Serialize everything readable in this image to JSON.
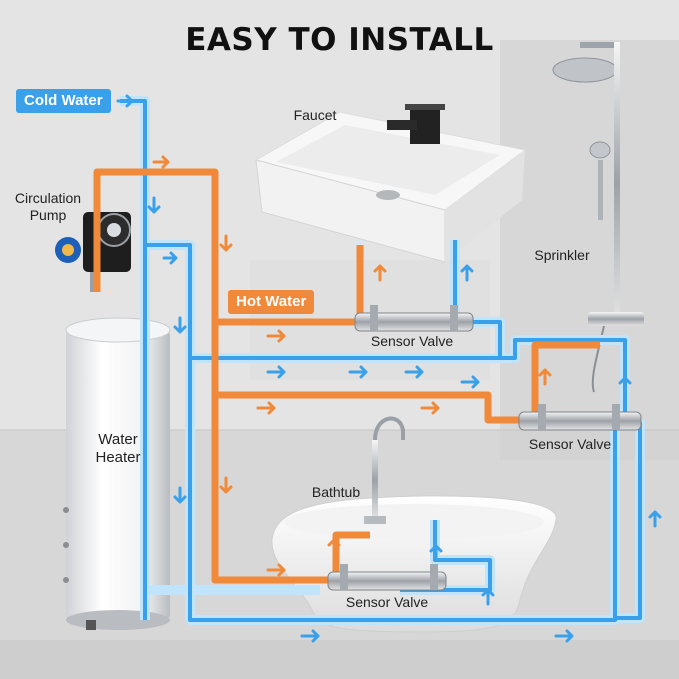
{
  "title": "EASY TO INSTALL",
  "tags": {
    "cold": "Cold Water",
    "hot": "Hot Water"
  },
  "labels": {
    "pump_line1": "Circulation",
    "pump_line2": "Pump",
    "faucet": "Faucet",
    "sprinkler": "Sprinkler",
    "heater_line1": "Water",
    "heater_line2": "Heater",
    "bathtub": "Bathtub",
    "sensor_valve_sink": "Sensor Valve",
    "sensor_valve_shower": "Sensor Valve",
    "sensor_valve_tub": "Sensor Valve"
  },
  "colors": {
    "hot": "#f08a3a",
    "cold": "#3aa0ea",
    "cold_glow": "#bfe4fb"
  }
}
